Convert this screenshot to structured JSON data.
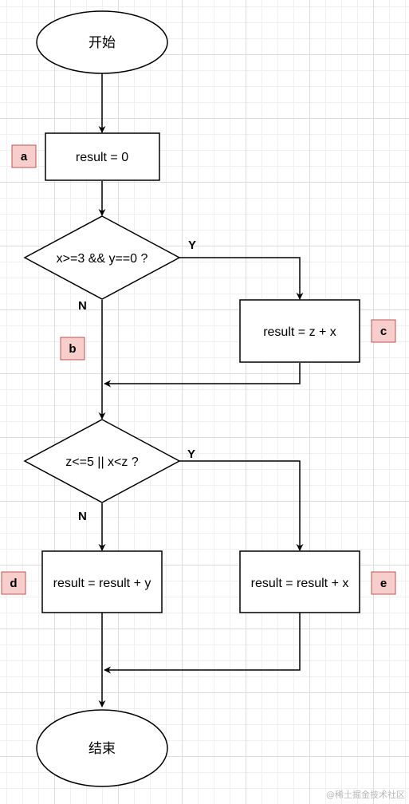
{
  "nodes": {
    "start": "开始",
    "a": "result = 0",
    "d1": "x>=3 && y==0 ?",
    "c": "result = z + x",
    "d2": "z<=5 || x<z ?",
    "d": "result = result + y",
    "e": "result = result + x",
    "end": "结束"
  },
  "branches": {
    "d1_yes": "Y",
    "d1_no": "N",
    "d2_yes": "Y",
    "d2_no": "N"
  },
  "tags": {
    "a": "a",
    "b": "b",
    "c": "c",
    "d": "d",
    "e": "e"
  },
  "watermark": "@稀土掘金技术社区",
  "colors": {
    "tag_fill": "#f8cecc",
    "tag_stroke": "#b85450"
  }
}
